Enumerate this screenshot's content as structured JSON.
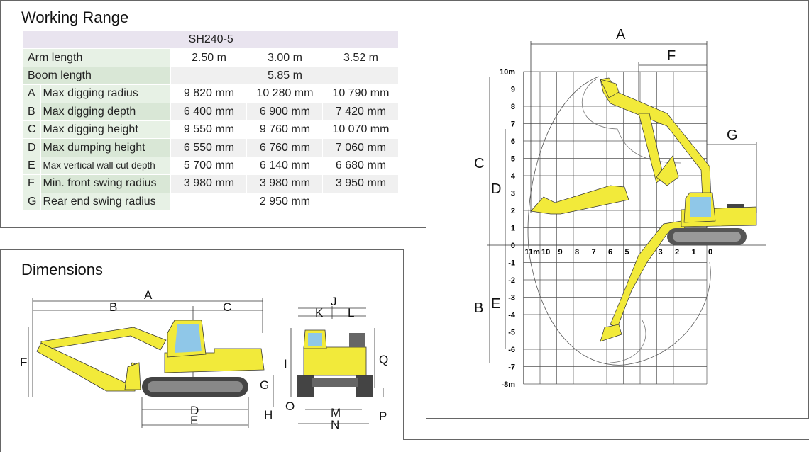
{
  "working_range": {
    "title": "Working Range",
    "model": "SH240-5",
    "arm_length_label": "Arm length",
    "arm_lengths": [
      "2.50 m",
      "3.00 m",
      "3.52 m"
    ],
    "boom_length_label": "Boom length",
    "boom_length": "5.85 m",
    "rows": [
      {
        "letter": "A",
        "name": "Max digging radius",
        "values": [
          "9 820 mm",
          "10 280 mm",
          "10 790 mm"
        ]
      },
      {
        "letter": "B",
        "name": "Max digging depth",
        "values": [
          "6 400 mm",
          "6 900 mm",
          "7 420 mm"
        ]
      },
      {
        "letter": "C",
        "name": "Max digging height",
        "values": [
          "9 550 mm",
          "9 760 mm",
          "10 070 mm"
        ]
      },
      {
        "letter": "D",
        "name": "Max dumping height",
        "values": [
          "6 550 mm",
          "6 760 mm",
          "7 060 mm"
        ]
      },
      {
        "letter": "E",
        "name": "Max vertical wall cut depth",
        "values": [
          "5 700 mm",
          "6 140 mm",
          "6 680 mm"
        ]
      },
      {
        "letter": "F",
        "name": "Min. front swing radius",
        "values": [
          "3 980 mm",
          "3 980 mm",
          "3 950 mm"
        ]
      }
    ],
    "rear_row": {
      "letter": "G",
      "name": "Rear end swing radius",
      "value": "2 950 mm"
    }
  },
  "dimensions": {
    "title": "Dimensions",
    "labels": {
      "A": "A",
      "B": "B",
      "C": "C",
      "D": "D",
      "E": "E",
      "F": "F",
      "G": "G",
      "H": "H",
      "I": "I",
      "J": "J",
      "K": "K",
      "L": "L",
      "M": "M",
      "N": "N",
      "O": "O",
      "P": "P",
      "Q": "Q"
    }
  },
  "range_chart": {
    "labels": {
      "A": "A",
      "B": "B",
      "C": "C",
      "D": "D",
      "E": "E",
      "F": "F",
      "G": "G"
    },
    "y_ticks": [
      "10m",
      "9",
      "8",
      "7",
      "6",
      "5",
      "4",
      "3",
      "2",
      "1",
      "0",
      "-1",
      "-2",
      "-3",
      "-4",
      "-5",
      "-6",
      "-7",
      "-8m"
    ],
    "x_ticks": [
      "11m",
      "10",
      "9",
      "8",
      "7",
      "6",
      "5",
      "",
      "3",
      "2",
      "1",
      "0"
    ],
    "colors": {
      "machine": "#f2ea3a",
      "grid": "#555555"
    }
  }
}
